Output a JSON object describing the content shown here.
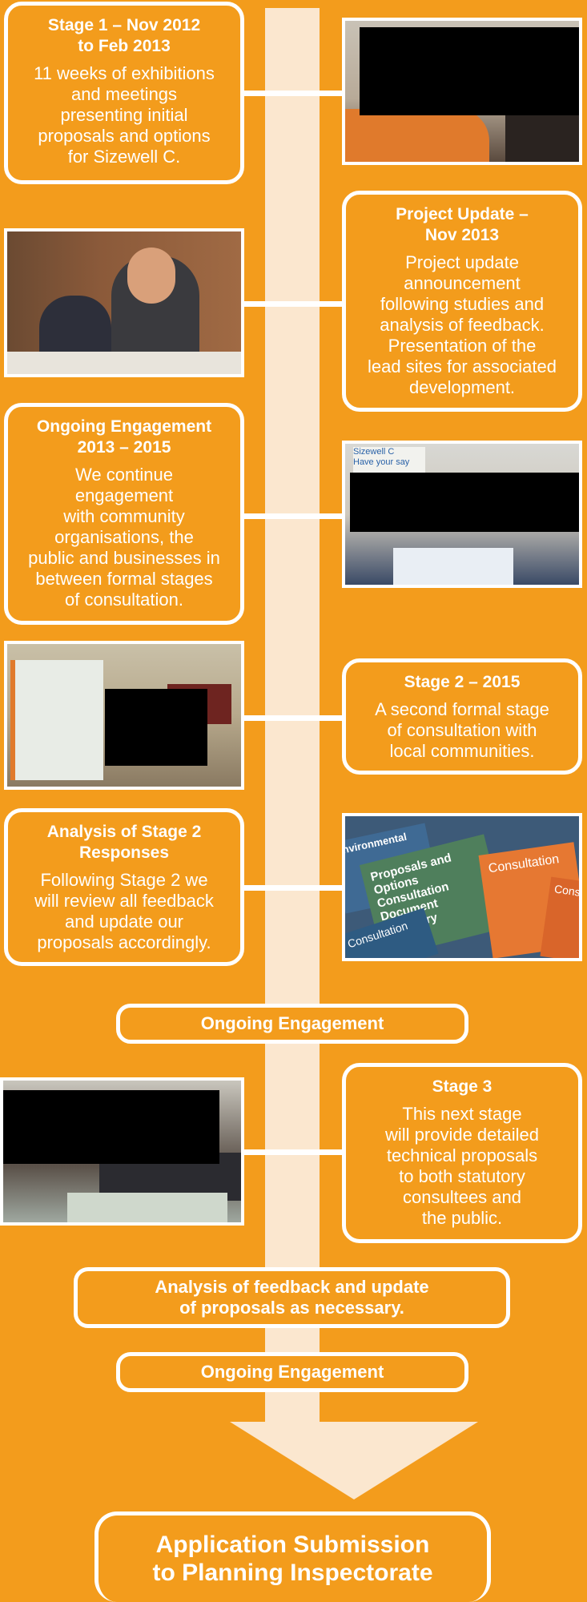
{
  "stages": [
    {
      "title": "Stage 1 – Nov 2012\nto Feb 2013",
      "body": "11 weeks of exhibitions\nand meetings\npresenting initial\nproposals and options\nfor Sizewell C."
    },
    {
      "title": "Project Update –\nNov 2013",
      "body": "Project update\nannouncement\nfollowing studies and\nanalysis of feedback.\nPresentation of the\nlead sites for associated\ndevelopment."
    },
    {
      "title": "Ongoing Engagement\n2013 – 2015",
      "body": "We continue\nengagement\nwith community\norganisations, the\npublic and businesses in\nbetween formal stages\nof consultation."
    },
    {
      "title": "Stage 2 – 2015",
      "body": "A second formal stage\nof consultation with\nlocal communities."
    },
    {
      "title": "Analysis of Stage 2\nResponses",
      "body": "Following Stage 2 we\nwill review all feedback\nand update our\nproposals accordingly."
    },
    {
      "title": "Stage 3",
      "body": "This next stage\nwill provide detailed\ntechnical proposals\nto both statutory\nconsultees and\nthe public."
    }
  ],
  "pills": {
    "ongoing_1": "Ongoing Engagement",
    "analysis": "Analysis of feedback and update\nof proposals as necessary.",
    "ongoing_2": "Ongoing Engagement",
    "final": "Application Submission\nto Planning Inspectorate"
  },
  "photo_text": {
    "banner_1": "Sizewell C",
    "banner_2": "Have your say",
    "doc_1": "Proposals and Options",
    "doc_2": "Consultation Document",
    "doc_3": "Summary",
    "doc_4": "Consultation",
    "doc_5": "Environmental",
    "doc_6": "Consultation",
    "doc_7": "Consulta"
  },
  "colors": {
    "background": "#f39c1c",
    "spine": "#fbe7cf",
    "outline": "#ffffff",
    "redaction": "#000000"
  }
}
